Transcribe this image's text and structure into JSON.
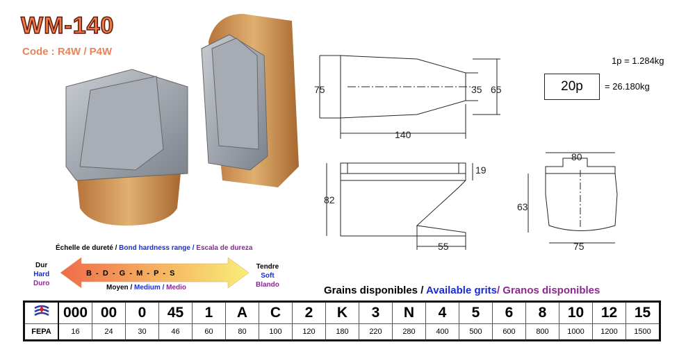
{
  "product": {
    "model": "WM-140",
    "code": "Code : R4W / P4W"
  },
  "dimensions": {
    "top_height": "75",
    "top_end": "35",
    "top_outer": "65",
    "length": "140",
    "front_top": "19",
    "front_height": "82",
    "front_bottom": "55",
    "side_width": "80",
    "side_height": "63",
    "side_bottom": "75"
  },
  "weight": {
    "per_piece": "1p = 1.284kg",
    "box_qty": "20p",
    "box_weight": "= 26.180kg"
  },
  "hardness": {
    "title_fr": "Échelle de dureté /",
    "title_en": " Bond hardness range /",
    "title_es": " Escala de dureza",
    "hard_fr": "Dur",
    "hard_en": "Hard",
    "hard_es": "Duro",
    "soft_fr": "Tendre",
    "soft_en": "Soft",
    "soft_es": "Blando",
    "scale": "B  -  D  -  G  -  M  -  P  -  S",
    "medium_fr": "Moyen /",
    "medium_en": " Medium /",
    "medium_es": " Medio"
  },
  "grits": {
    "title_fr": "Grains disponibles /",
    "title_en": " Available grits",
    "title_es": "/ Granos disponibles",
    "row_label": "FEPA",
    "codes": [
      "000",
      "00",
      "0",
      "45",
      "1",
      "A",
      "C",
      "2",
      "K",
      "3",
      "N",
      "4",
      "5",
      "6",
      "8",
      "10",
      "12",
      "15"
    ],
    "fepa": [
      "16",
      "24",
      "30",
      "46",
      "60",
      "80",
      "100",
      "120",
      "180",
      "220",
      "280",
      "400",
      "500",
      "600",
      "800",
      "1000",
      "1200",
      "1500"
    ]
  }
}
